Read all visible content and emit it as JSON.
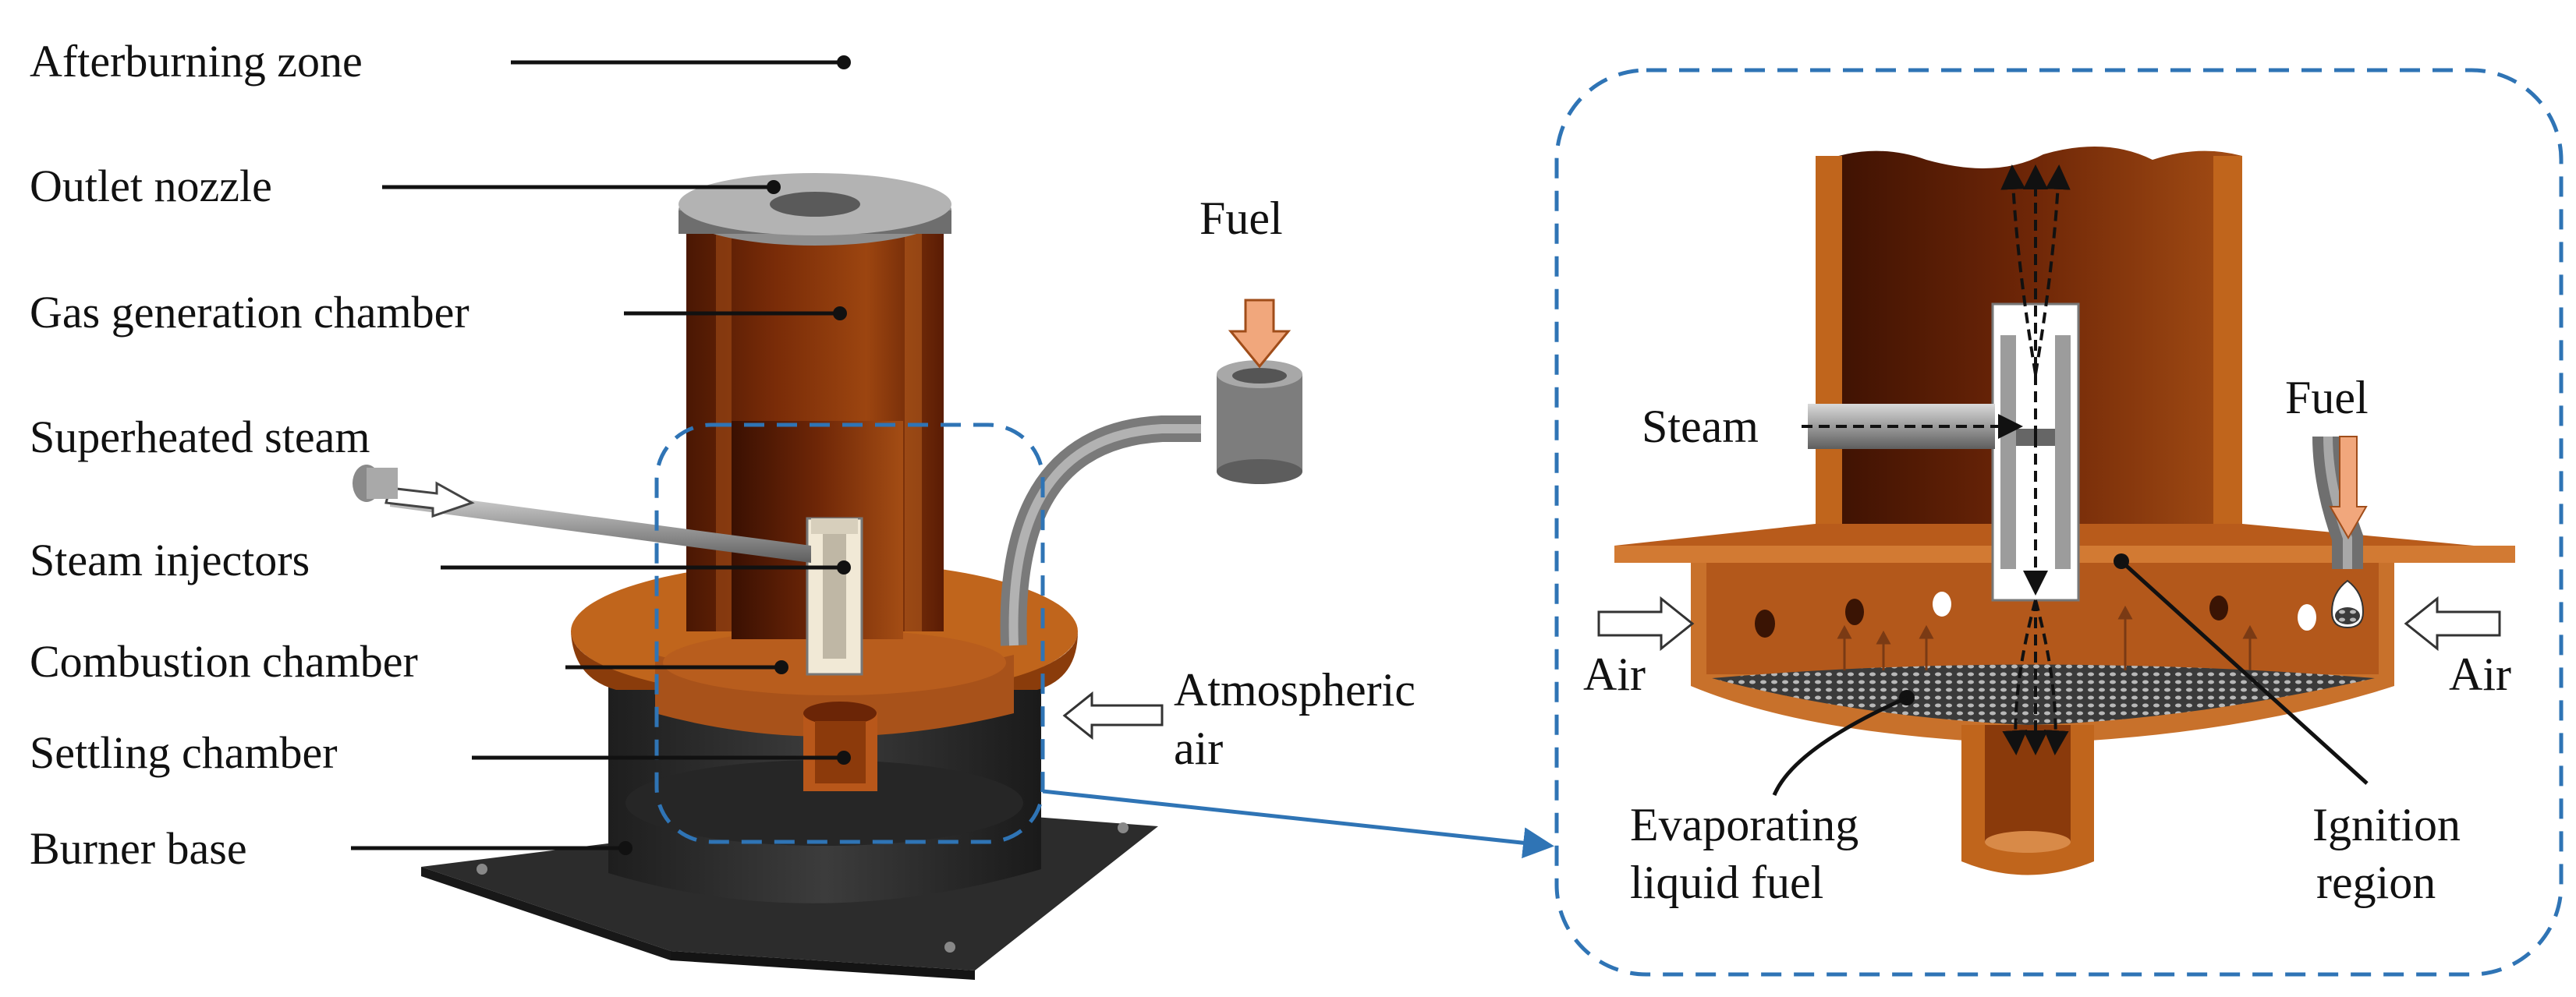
{
  "figure": {
    "left_labels": {
      "afterburning_zone": "Afterburning zone",
      "outlet_nozzle": "Outlet nozzle",
      "gas_generation_chamber": "Gas generation chamber",
      "superheated_steam": "Superheated steam",
      "steam_injectors": "Steam injectors",
      "combustion_chamber": "Combustion chamber",
      "settling_chamber": "Settling chamber",
      "burner_base": "Burner base"
    },
    "fuel_label": "Fuel",
    "atmospheric_air": [
      "Atmospheric",
      "air"
    ],
    "detail": {
      "steam": "Steam",
      "fuel": "Fuel",
      "air_left": "Air",
      "air_right": "Air",
      "evaporating_liquid_fuel": [
        "Evaporating",
        "liquid fuel"
      ],
      "ignition_region": [
        "Ignition",
        "region"
      ]
    },
    "colors": {
      "copper": "#c0651c",
      "copper_dark": "#5a1a04",
      "steel": "#9a9a9a",
      "base": "#2c2c2c",
      "frame": "#2f74b5",
      "arrow_fill": "#f1a77c"
    }
  }
}
